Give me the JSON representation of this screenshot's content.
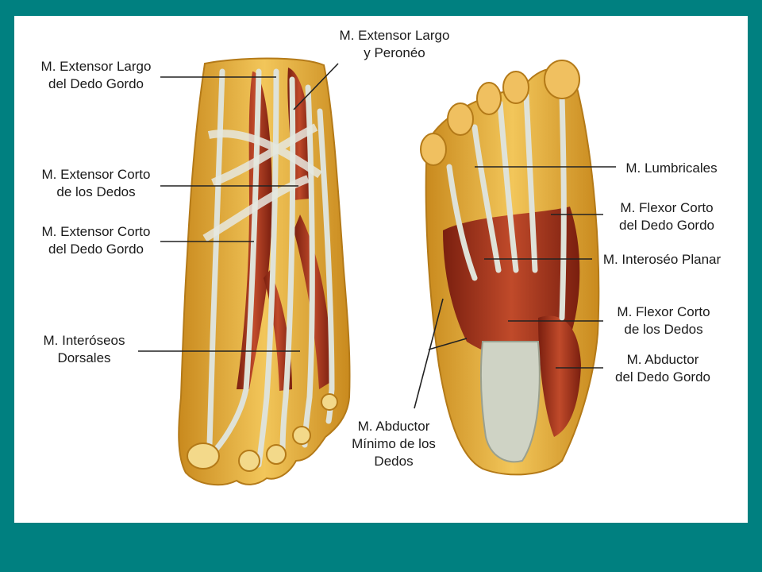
{
  "colors": {
    "frame": "#008080",
    "background": "#ffffff",
    "fat": "#e8b640",
    "muscle": "#a8341c",
    "tendon": "#d9dcd2",
    "leader": "#222222"
  },
  "labels": {
    "ext_largo_peroneo": [
      "M. Extensor Largo",
      "y Peronéo"
    ],
    "ext_largo_dedo_gordo": [
      "M. Extensor Largo",
      "del Dedo Gordo"
    ],
    "ext_corto_dedos": [
      "M. Extensor Corto",
      "de los Dedos"
    ],
    "ext_corto_dedo_gordo": [
      "M. Extensor Corto",
      "del Dedo Gordo"
    ],
    "interoseos_dorsales": [
      "M. Interóseos",
      "Dorsales"
    ],
    "abductor_minimo": [
      "M. Abductor",
      "Mínimo de los",
      "Dedos"
    ],
    "lumbricales": [
      "M. Lumbricales"
    ],
    "flexor_corto_dedo_gordo": [
      "M. Flexor Corto",
      "del Dedo Gordo"
    ],
    "interoseo_planar": [
      "M. Interoséo Planar"
    ],
    "flexor_corto_dedos": [
      "M. Flexor Corto",
      "de los Dedos"
    ],
    "abductor_dedo_gordo": [
      "M. Abductor",
      "del Dedo Gordo"
    ]
  }
}
